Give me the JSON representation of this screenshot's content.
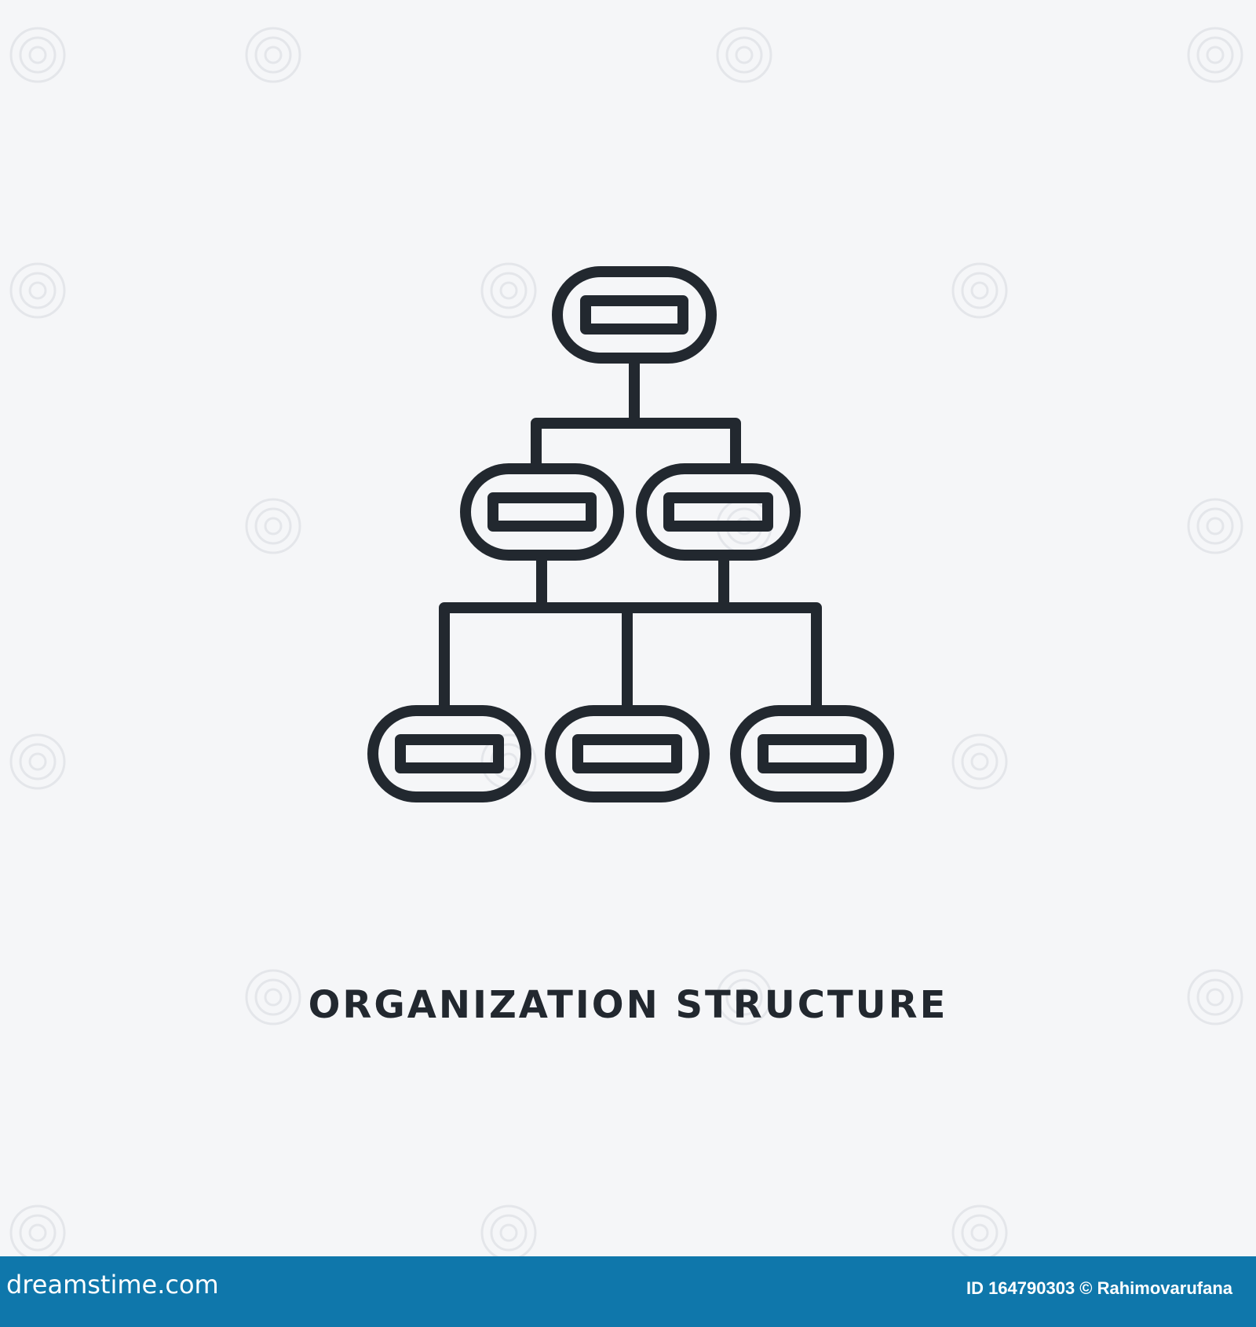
{
  "colors": {
    "background": "#f5f6f8",
    "icon_stroke": "#22282f",
    "footer_bar": "#0f77ab",
    "footer_text": "#ffffff"
  },
  "icon": {
    "name": "organization-structure-icon"
  },
  "caption": "ORGANIZATION STRUCTURE",
  "footer": {
    "logo": "dreamstime.com",
    "credit": "ID 164790303 © Rahimovarufana"
  },
  "watermark": {
    "text": "dreamstime"
  }
}
